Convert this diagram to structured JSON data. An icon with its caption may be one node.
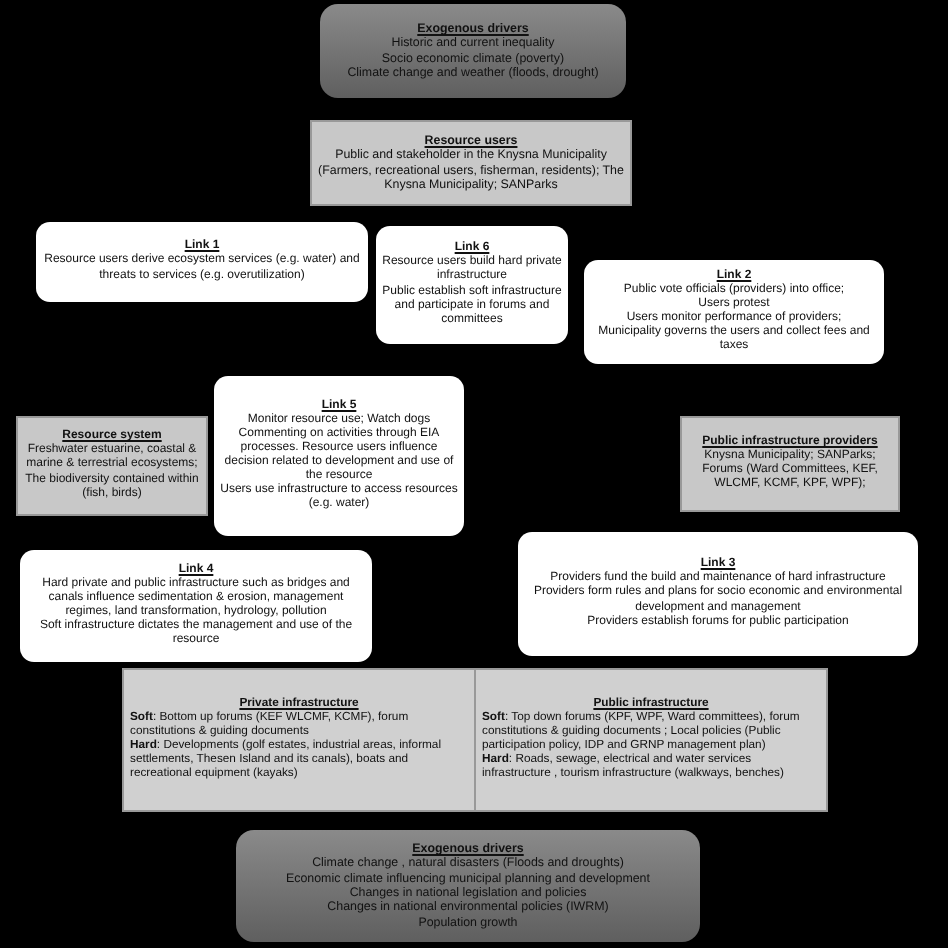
{
  "diagram": {
    "nodes": [
      {
        "text": [
          "Exogenous drivers",
          "Historic and current inequality",
          "Socio economic climate (poverty)",
          "Climate change and weather (floods, drought)"
        ]
      },
      {
        "text": [
          "Resource users",
          "Public and stakeholder in the Knysna Municipality (Farmers, recreational users, fisherman, residents); The Knysna Municipality; SANParks"
        ]
      },
      {
        "text": [
          "Link 1",
          "Resource users derive ecosystem services (e.g. water) and threats to services (e.g. overutilization)"
        ]
      },
      {
        "text": [
          "Link 6",
          "Resource users build hard private infrastructure",
          "Public establish soft infrastructure and participate in forums and committees"
        ]
      },
      {
        "text": [
          "Link 2",
          "Public vote officials (providers) into office;",
          "Users protest",
          "Users monitor performance of providers;",
          "Municipality governs the users and collect fees and taxes"
        ]
      },
      {
        "text": [
          "Resource system",
          "Freshwater estuarine, coastal & marine & terrestrial ecosystems; The biodiversity contained within (fish, birds)"
        ]
      },
      {
        "text": [
          "Link 5",
          "Monitor resource use; Watch dogs",
          "Commenting on activities through EIA processes. Resource users influence decision related to development and use of the resource",
          "Users use infrastructure to access resources (e.g. water)"
        ]
      },
      {
        "text": [
          "Public infrastructure providers",
          "Knysna Municipality; SANParks; Forums (Ward Committees, KEF, WLCMF, KCMF, KPF, WPF);"
        ]
      },
      {
        "text": [
          "Link 4",
          "Hard private and public infrastructure such as bridges and canals influence sedimentation & erosion, management regimes, land transformation, hydrology, pollution",
          "Soft infrastructure dictates the management and use of the resource"
        ]
      },
      {
        "text": [
          "Link 3",
          "Providers fund the build and maintenance of hard infrastructure",
          "Providers form rules and plans for socio economic and environmental development and management",
          "Providers establish forums for public participation"
        ]
      },
      {
        "text": [
          "Private infrastructure",
          "**Soft**: Bottom up forums (KEF WLCMF, KCMF), forum constitutions & guiding documents",
          "**Hard**: Developments (golf estates, industrial areas, informal settlements, Thesen Island and its canals), boats and recreational equipment (kayaks)"
        ]
      },
      {
        "text": [
          "Public infrastructure",
          "**Soft**: Top down forums (KPF, WPF, Ward committees), forum constitutions & guiding documents ; Local policies (Public participation policy, IDP and GRNP management plan)",
          "**Hard**: Roads, sewage, electrical and water services infrastructure , tourism infrastructure (walkways, benches)"
        ]
      },
      {
        "text": [
          "Exogenous drivers",
          "Climate change , natural disasters (Floods and droughts)",
          "Economic climate influencing municipal planning and development",
          "Changes in national legislation and policies",
          "Changes in national environmental policies (IWRM)",
          "Population growth"
        ]
      }
    ]
  }
}
